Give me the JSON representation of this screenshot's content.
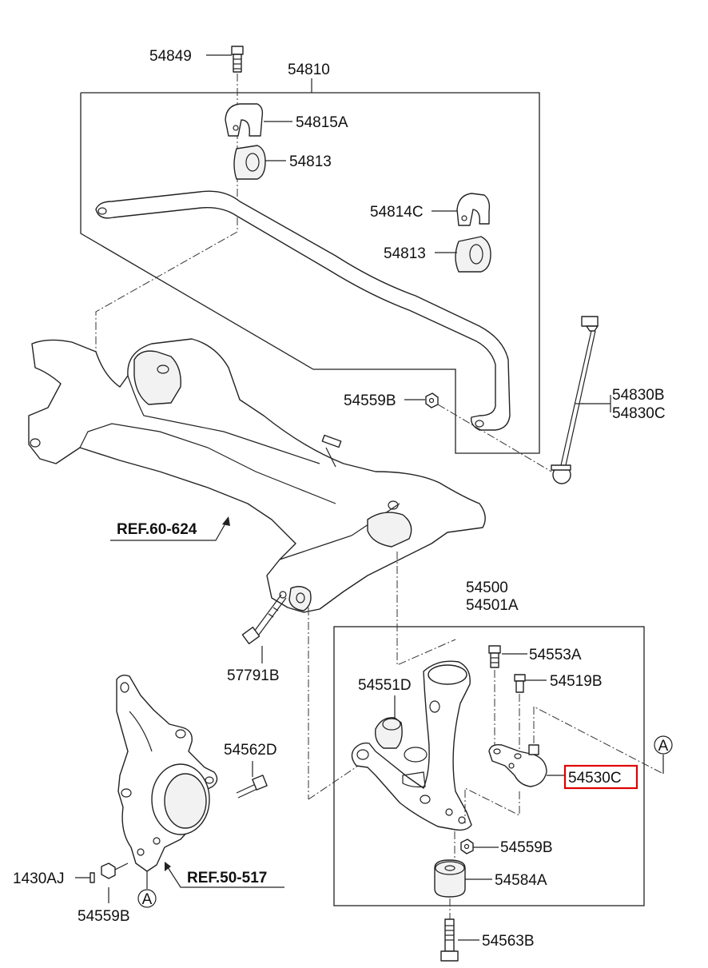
{
  "labels": {
    "p54849": "54849",
    "p54810": "54810",
    "p54815A": "54815A",
    "p54813a": "54813",
    "p54814C": "54814C",
    "p54813b": "54813",
    "p54559B_top": "54559B",
    "p54830B": "54830B",
    "p54830C": "54830C",
    "ref60": "REF.60-624",
    "p57791B": "57791B",
    "p54500": "54500",
    "p54501A": "54501A",
    "p54553A": "54553A",
    "p54519B": "54519B",
    "p54551D": "54551D",
    "p54530C": "54530C",
    "p54559B_mid": "54559B",
    "p54584A": "54584A",
    "p54563B": "54563B",
    "p54562D": "54562D",
    "p1430AJ": "1430AJ",
    "ref50": "REF.50-517",
    "p54559B_bot": "54559B",
    "circleA1": "A",
    "circleA2": "A"
  },
  "highlight": {
    "part": "54530C",
    "color": "#e00000"
  }
}
